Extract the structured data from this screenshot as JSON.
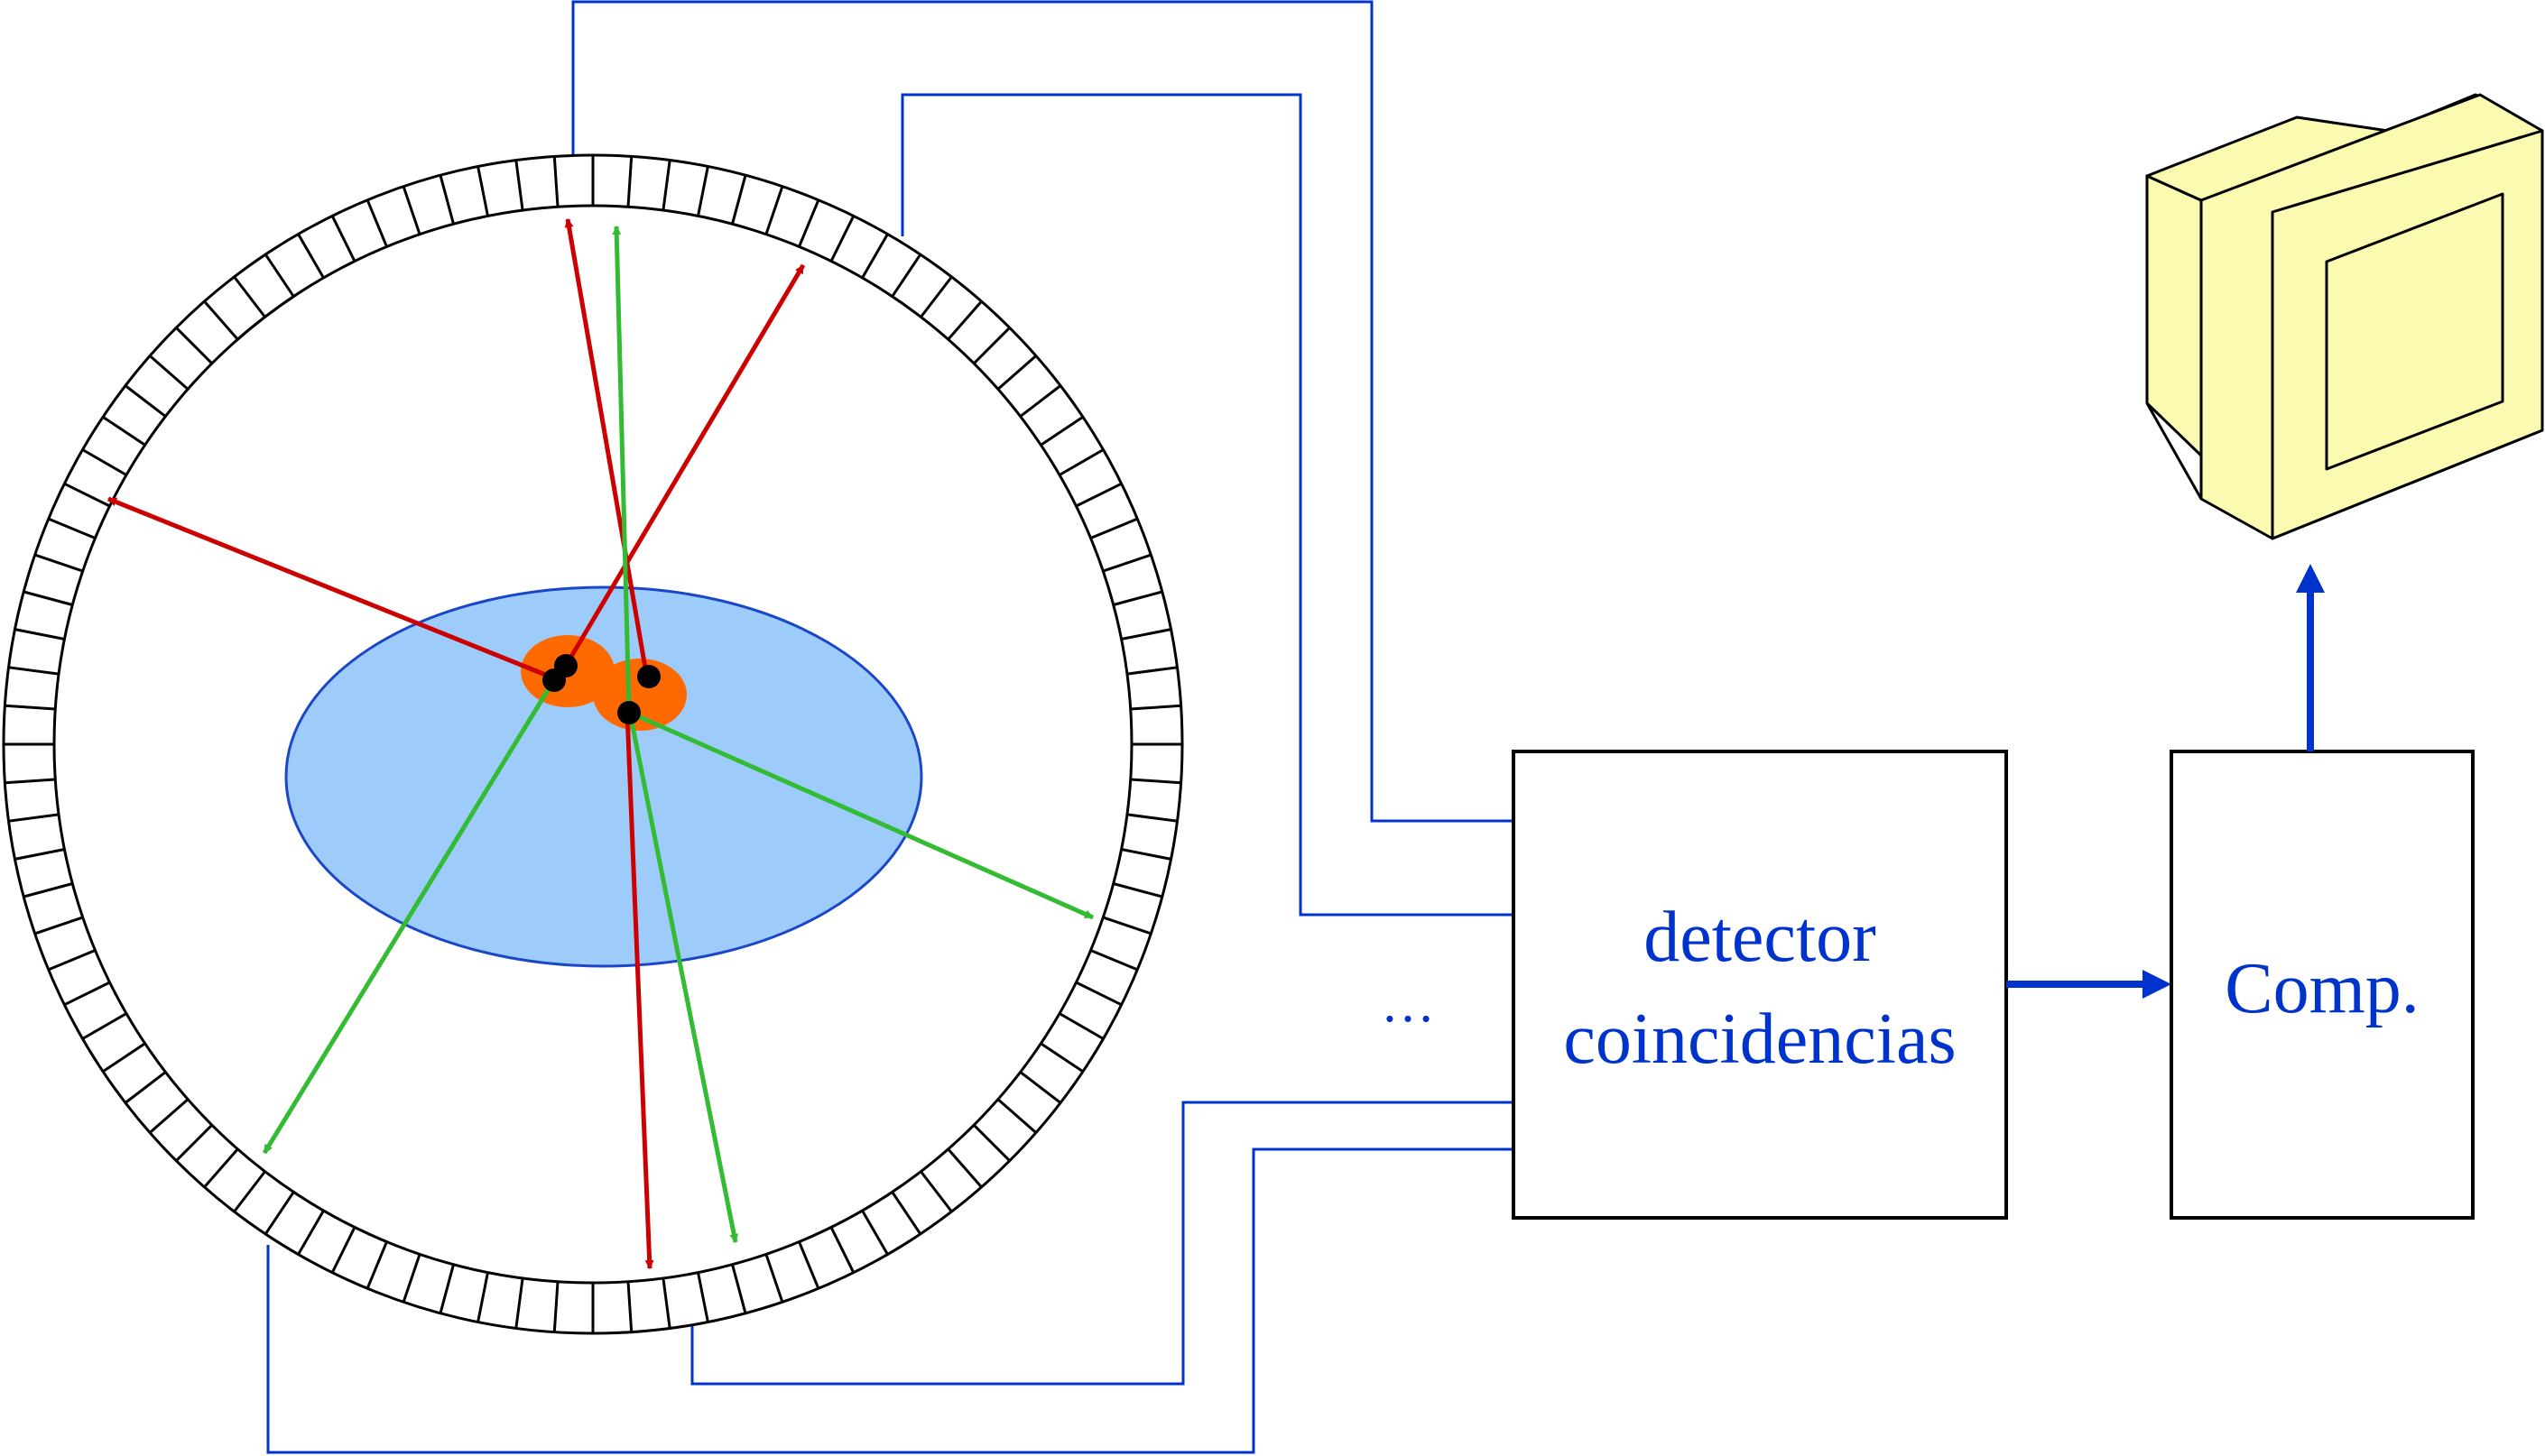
{
  "colors": {
    "ring_stroke": "#000000",
    "signal_wire": "#0033cc",
    "text_blue": "#0033cc",
    "body_fill": "#9dccfa",
    "body_stroke": "#1a47c8",
    "source_fill": "#ff6a00",
    "annihilation_point": "#000000",
    "photon_red": "#cc0000",
    "photon_green": "#33bb33",
    "monitor_fill": "#fafab0",
    "flow_arrow": "#0033cc"
  },
  "diagram": {
    "ellipsis": "…",
    "coincidence_box": {
      "line1": "detector",
      "line2": "coincidencias"
    },
    "computer_box": {
      "label": "Comp."
    },
    "icons": {
      "monitor": "crt-monitor-icon",
      "detector_ring": "pet-detector-ring"
    }
  }
}
